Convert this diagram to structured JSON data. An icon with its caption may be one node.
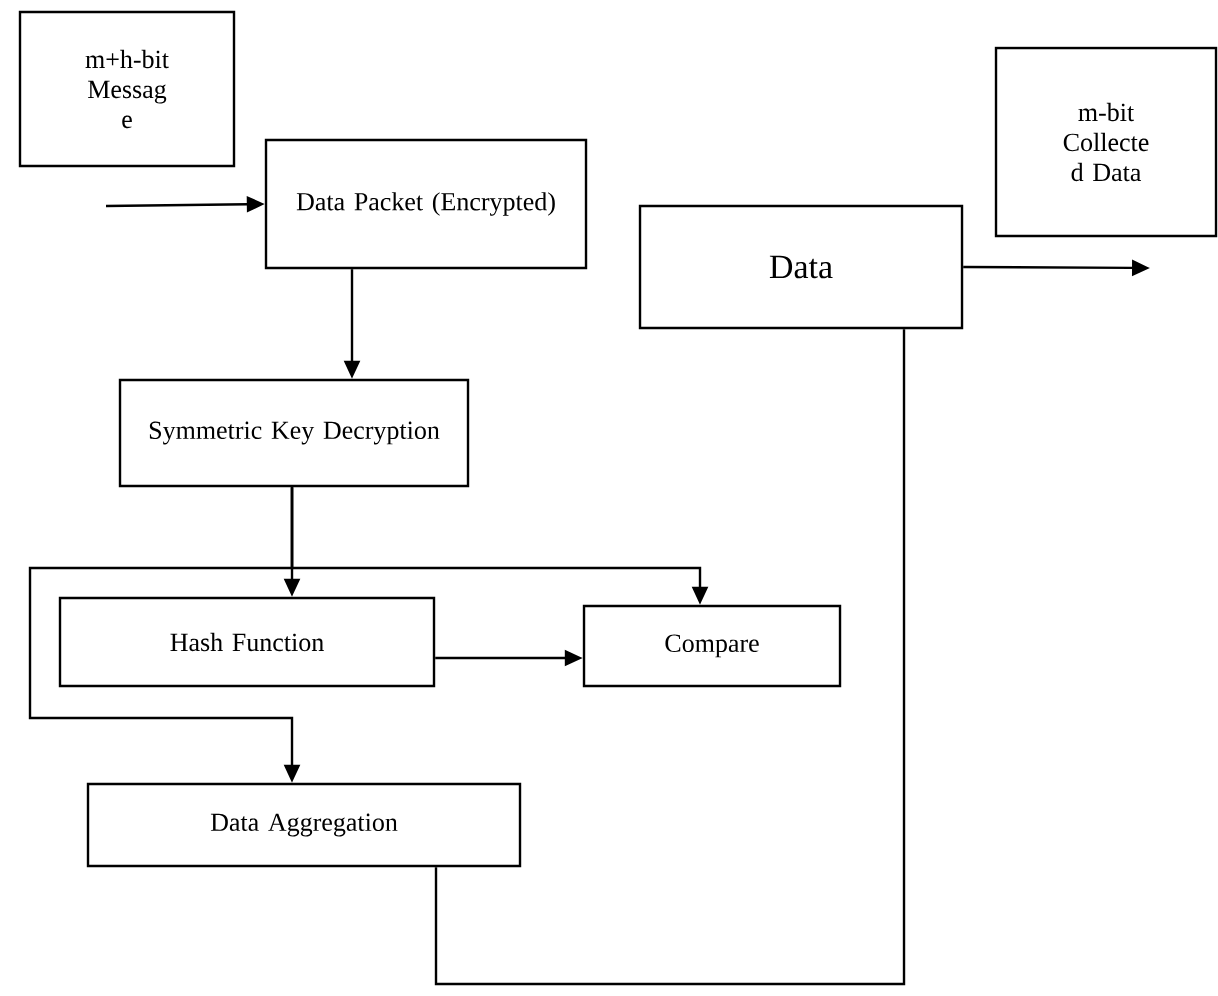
{
  "diagram": {
    "nodes": [
      {
        "text": [
          "m+h-bit Messag e"
        ]
      },
      {
        "text": [
          "Data Packet (Encrypted)"
        ]
      },
      {
        "text": [
          "Symmetric Key Decryption"
        ]
      },
      {
        "text": [
          "Hash Function"
        ]
      },
      {
        "text": [
          "Compare"
        ]
      },
      {
        "text": [
          "Data Aggregation"
        ]
      },
      {
        "text": [
          "Data"
        ]
      },
      {
        "text": [
          "m-bit Collecte d Data"
        ]
      }
    ],
    "edges": [
      {
        "from": null,
        "to": 1,
        "arrow": "to"
      },
      {
        "from": 1,
        "to": 2,
        "arrow": "to"
      },
      {
        "from": 2,
        "to": 3,
        "arrow": "to"
      },
      {
        "from": 2,
        "to": 4,
        "arrow": "to"
      },
      {
        "from": 2,
        "to": 5,
        "arrow": "to"
      },
      {
        "from": 3,
        "to": 4,
        "arrow": "to"
      },
      {
        "from": 5,
        "to": 6,
        "arrow": "none"
      },
      {
        "from": 6,
        "to": null,
        "arrow": "to"
      }
    ]
  }
}
